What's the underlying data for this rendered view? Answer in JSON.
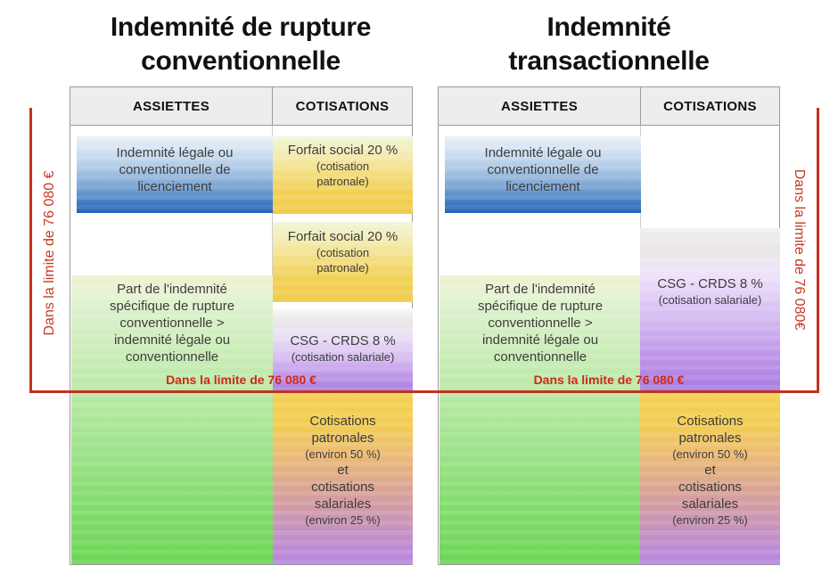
{
  "titles": {
    "left": "Indemnité de rupture conventionnelle",
    "right": "Indemnité transactionnelle"
  },
  "table_headers": {
    "assiettes": "ASSIETTES",
    "cotisations": "COTISATIONS"
  },
  "limits": {
    "left_vertical": "Dans la limite de 76 080 €",
    "right_vertical": "Dans la limite de 76 080€",
    "inline": "Dans la limite de 76 080 €"
  },
  "blocks": {
    "legal_indemnity": "Indemnité légale ou conventionnelle de licenciement",
    "specific_part": "Part de l'indemnité spécifique de rupture conventionnelle > indemnité légale ou conventionnelle",
    "forfait_social": {
      "title": "Forfait social 20 %",
      "sub1": "(cotisation",
      "sub2": "patronale)"
    },
    "csg_crds": {
      "title": "CSG - CRDS 8 %",
      "sub": "(cotisation salariale)"
    },
    "cotisations_mixtes": {
      "l1": "Cotisations",
      "l2": "patronales",
      "l3": "(environ 50 %)",
      "l4": "et",
      "l5": "cotisations",
      "l6": "salariales",
      "l7": "(environ 25 %)"
    }
  },
  "colors": {
    "limit_red": "#c0331f",
    "header_bg": "#ededed",
    "blue_bottom": "#2566b8",
    "yellow_bottom": "#f1cc4b",
    "green_bottom": "#6cd654",
    "purple_bottom": "#a87ce0"
  }
}
